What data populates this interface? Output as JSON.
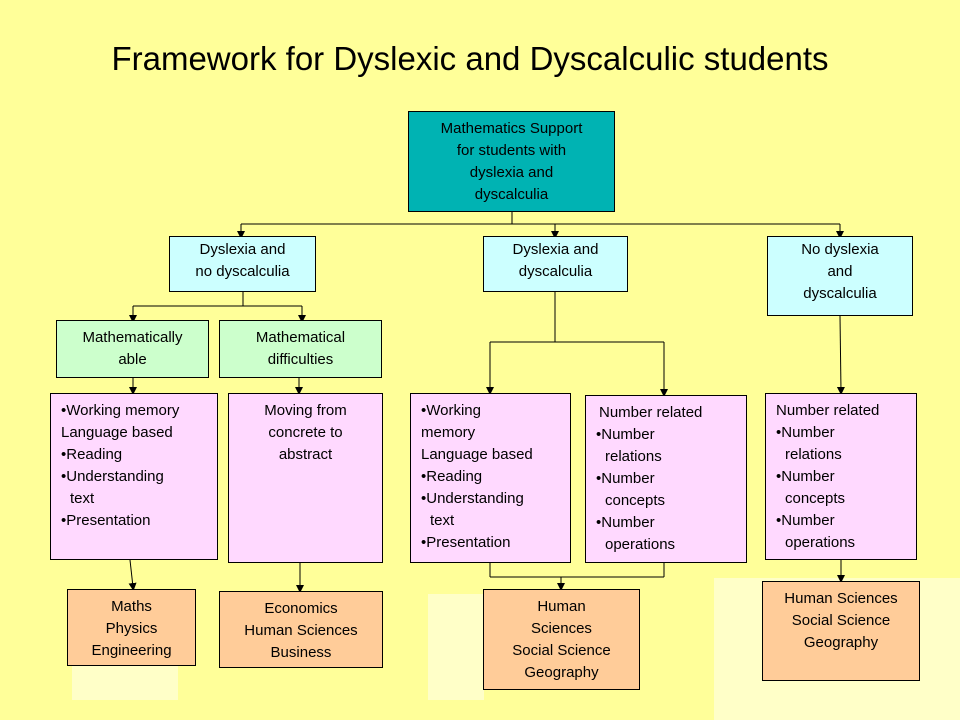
{
  "title": "Framework for Dyslexic and Dyscalculic students",
  "root": "Mathematics Support\nfor students with\ndyslexia and\ndyscalculia",
  "level1": [
    "Dyslexia and\nno dyscalculia",
    "Dyslexia and\ndyscalculia",
    "No dyslexia\nand\ndyscalculia"
  ],
  "level2": [
    "Mathematically\nable",
    "Mathematical\ndifficulties"
  ],
  "details": {
    "col1": [
      "•Working memory",
      "Language based",
      "•Reading",
      "•Understanding",
      "text",
      "•Presentation"
    ],
    "col2": "Moving from\nconcrete to\nabstract",
    "col3": [
      "•Working",
      "memory",
      "Language based",
      "•Reading",
      "•Understanding",
      "text",
      "•Presentation"
    ],
    "col4": [
      "Number related",
      "•Number",
      "relations",
      "•Number",
      "concepts",
      "•Number",
      "operations"
    ],
    "col5": [
      "Number related",
      "•Number",
      "relations",
      "•Number",
      "concepts",
      "•Number",
      "operations"
    ]
  },
  "outcomes": [
    "Maths\nPhysics\nEngineering",
    "Economics\nHuman Sciences\nBusiness",
    "Human\nSciences\nSocial Science\nGeography",
    "Human Sciences\nSocial Science\nGeography"
  ]
}
